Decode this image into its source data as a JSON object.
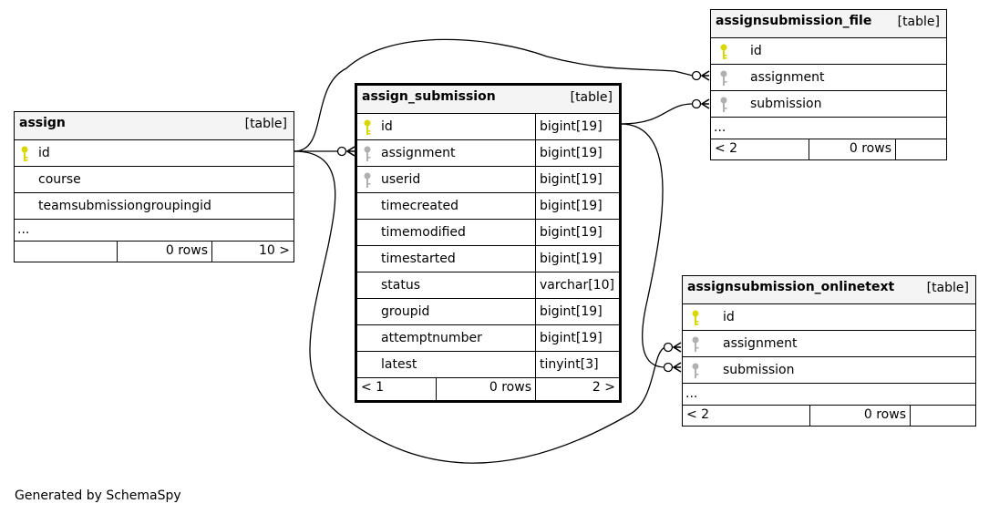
{
  "tables": {
    "assign": {
      "name": "assign",
      "type": "[table]",
      "columns": [
        {
          "name": "id",
          "key": "primary"
        },
        {
          "name": "course",
          "key": "none"
        },
        {
          "name": "teamsubmissiongroupingid",
          "key": "none"
        }
      ],
      "more": "...",
      "footer": {
        "left": "",
        "rows": "0 rows",
        "right": "10 >"
      }
    },
    "assign_submission": {
      "name": "assign_submission",
      "type": "[table]",
      "columns": [
        {
          "name": "id",
          "key": "primary",
          "type": "bigint[19]"
        },
        {
          "name": "assignment",
          "key": "foreign",
          "type": "bigint[19]"
        },
        {
          "name": "userid",
          "key": "foreign",
          "type": "bigint[19]"
        },
        {
          "name": "timecreated",
          "key": "none",
          "type": "bigint[19]"
        },
        {
          "name": "timemodified",
          "key": "none",
          "type": "bigint[19]"
        },
        {
          "name": "timestarted",
          "key": "none",
          "type": "bigint[19]"
        },
        {
          "name": "status",
          "key": "none",
          "type": "varchar[10]"
        },
        {
          "name": "groupid",
          "key": "none",
          "type": "bigint[19]"
        },
        {
          "name": "attemptnumber",
          "key": "none",
          "type": "bigint[19]"
        },
        {
          "name": "latest",
          "key": "none",
          "type": "tinyint[3]"
        }
      ],
      "footer": {
        "left": "< 1",
        "rows": "0 rows",
        "right": "2 >"
      }
    },
    "assignsubmission_file": {
      "name": "assignsubmission_file",
      "type": "[table]",
      "columns": [
        {
          "name": "id",
          "key": "primary"
        },
        {
          "name": "assignment",
          "key": "foreign"
        },
        {
          "name": "submission",
          "key": "foreign"
        }
      ],
      "more": "...",
      "footer": {
        "left": "< 2",
        "rows": "0 rows",
        "right": ""
      }
    },
    "assignsubmission_onlinetext": {
      "name": "assignsubmission_onlinetext",
      "type": "[table]",
      "columns": [
        {
          "name": "id",
          "key": "primary"
        },
        {
          "name": "assignment",
          "key": "foreign"
        },
        {
          "name": "submission",
          "key": "foreign"
        }
      ],
      "more": "...",
      "footer": {
        "left": "< 2",
        "rows": "0 rows",
        "right": ""
      }
    }
  },
  "colors": {
    "primary_key": "#d8d800",
    "foreign_key": "#b0b0b0",
    "line": "#000000",
    "header_bg": "#f4f4f4"
  },
  "footer_note": "Generated by SchemaSpy"
}
